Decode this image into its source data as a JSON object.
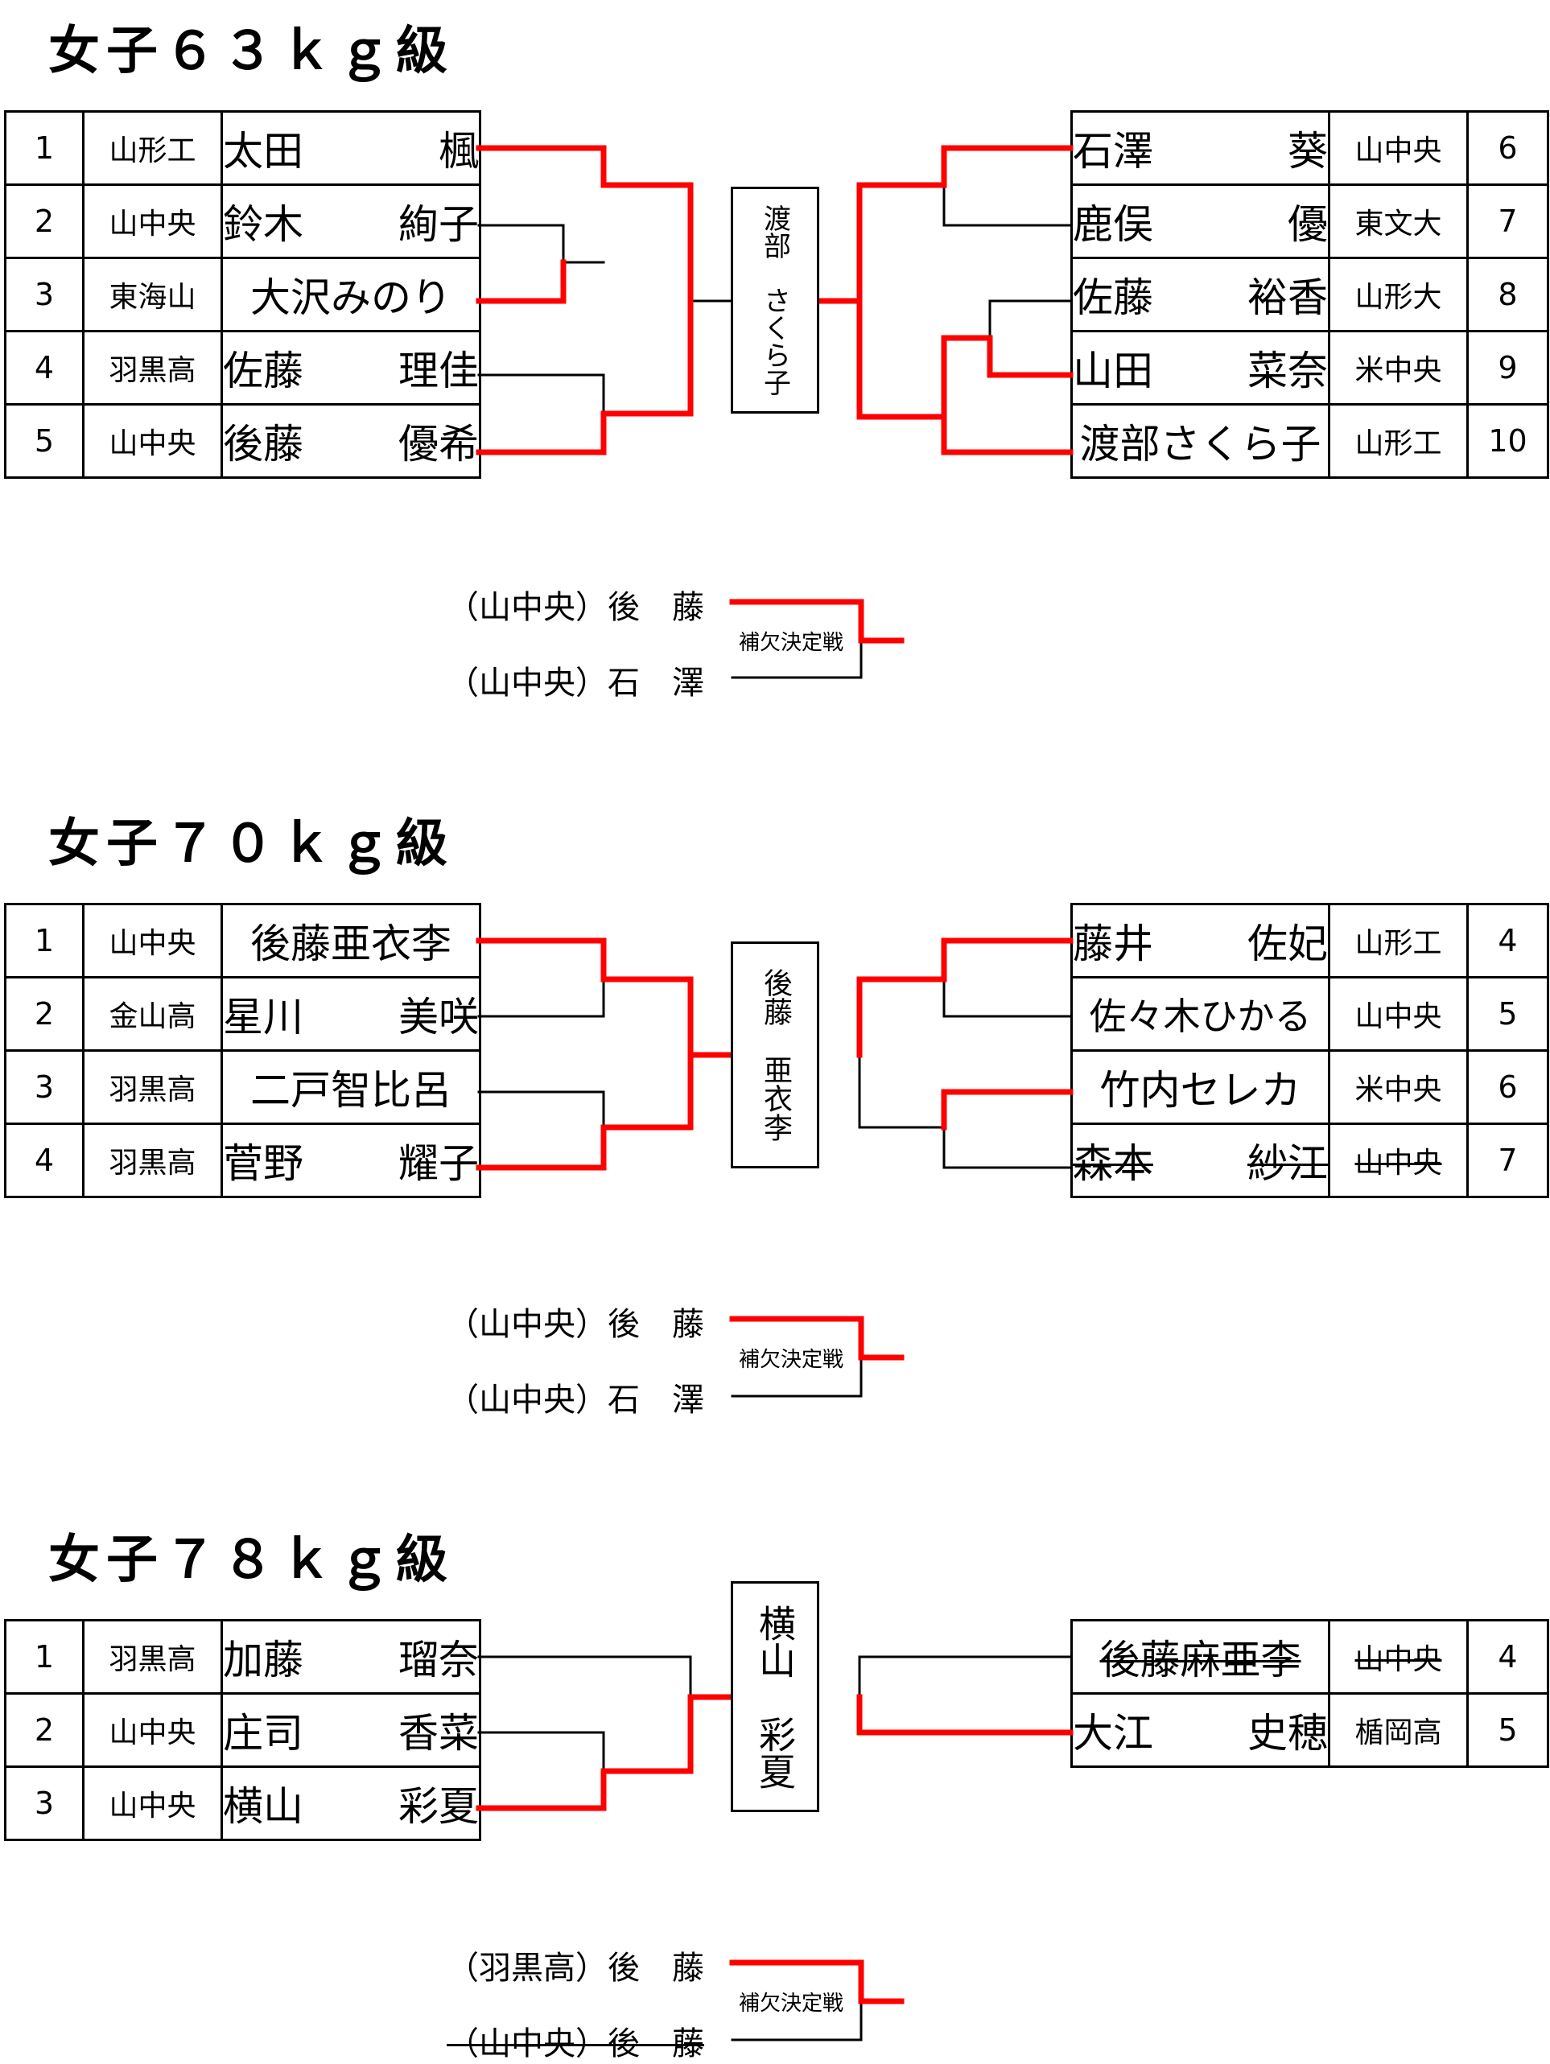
{
  "colors": {
    "win": "#ff0000",
    "line": "#000000"
  },
  "sections": [
    {
      "title": "女子６３ｋｇ級",
      "winner": "渡部　さくら子",
      "left": [
        {
          "no": "1",
          "school": "山形工",
          "family": "太田",
          "given": "楓"
        },
        {
          "no": "2",
          "school": "山中央",
          "family": "鈴木",
          "given": "絢子"
        },
        {
          "no": "3",
          "school": "東海山",
          "full": "大沢みのり"
        },
        {
          "no": "4",
          "school": "羽黒高",
          "family": "佐藤",
          "given": "理佳"
        },
        {
          "no": "5",
          "school": "山中央",
          "family": "後藤",
          "given": "優希"
        }
      ],
      "right": [
        {
          "no": "6",
          "school": "山中央",
          "family": "石澤",
          "given": "葵"
        },
        {
          "no": "7",
          "school": "東文大",
          "family": "鹿俣",
          "given": "優"
        },
        {
          "no": "8",
          "school": "山形大",
          "family": "佐藤",
          "given": "裕香"
        },
        {
          "no": "9",
          "school": "米中央",
          "family": "山田",
          "given": "菜奈"
        },
        {
          "no": "10",
          "school": "山形工",
          "full": "渡部さくら子"
        }
      ],
      "repechage": {
        "label": "補欠決定戦",
        "top": {
          "school": "（山中央）",
          "name": "後　藤"
        },
        "bottom": {
          "school": "（山中央）",
          "name": "石　澤"
        }
      }
    },
    {
      "title": "女子７０ｋｇ級",
      "winner": "後藤　亜衣李",
      "left": [
        {
          "no": "1",
          "school": "山中央",
          "full": "後藤亜衣李"
        },
        {
          "no": "2",
          "school": "金山高",
          "family": "星川",
          "given": "美咲"
        },
        {
          "no": "3",
          "school": "羽黒高",
          "full": "二戸智比呂"
        },
        {
          "no": "4",
          "school": "羽黒高",
          "family": "菅野",
          "given": "耀子"
        }
      ],
      "right": [
        {
          "no": "4",
          "school": "山形工",
          "family": "藤井",
          "given": "佐妃"
        },
        {
          "no": "5",
          "school": "山中央",
          "full": "佐々木ひかる"
        },
        {
          "no": "6",
          "school": "米中央",
          "full": "竹内セレカ"
        },
        {
          "no": "7",
          "school": "山中央",
          "family": "森本",
          "given": "紗江"
        }
      ],
      "repechage": {
        "label": "補欠決定戦",
        "top": {
          "school": "（山中央）",
          "name": "後　藤"
        },
        "bottom": {
          "school": "（山中央）",
          "name": "石　澤"
        }
      }
    },
    {
      "title": "女子７８ｋｇ級",
      "winner": "横山　彩夏",
      "left": [
        {
          "no": "1",
          "school": "羽黒高",
          "family": "加藤",
          "given": "瑠奈"
        },
        {
          "no": "2",
          "school": "山中央",
          "family": "庄司",
          "given": "香菜"
        },
        {
          "no": "3",
          "school": "山中央",
          "family": "横山",
          "given": "彩夏"
        }
      ],
      "right": [
        {
          "no": "4",
          "school": "山中央",
          "full": "後藤麻亜李"
        },
        {
          "no": "5",
          "school": "楯岡高",
          "family": "大江",
          "given": "史穂"
        }
      ],
      "repechage": {
        "label": "補欠決定戦",
        "top": {
          "school": "（羽黒高）",
          "name": "後　藤"
        },
        "bottom": {
          "school": "（山中央）",
          "name": "後　藤"
        }
      }
    }
  ]
}
